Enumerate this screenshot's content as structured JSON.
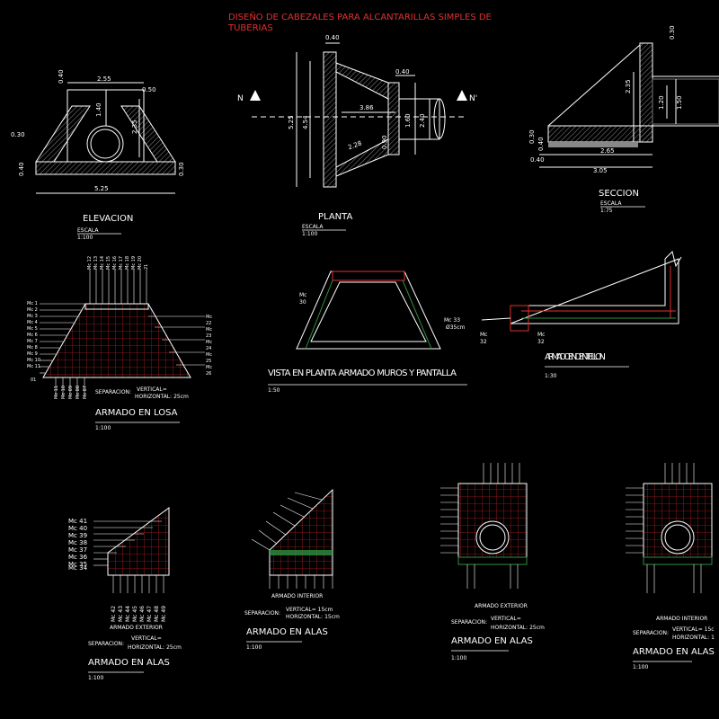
{
  "title": [
    "DISEÑO DE CABEZALES PARA ALCANTARILLAS SIMPLES DE",
    "TUBERIAS"
  ],
  "colors": {
    "background": "#000000",
    "line": "#ffffff",
    "title": "#e03030",
    "mesh": "#b02020",
    "green": "#2f8f3f"
  },
  "elevacion": {
    "label": "ELEVACION",
    "escala": "ESCALA",
    "scale": "1:100",
    "dims": {
      "top": "2.55",
      "right": "0.50",
      "height": "1.40",
      "wall": "2.35",
      "left": "0.30",
      "base_h": "0.40",
      "base_r": "0.30",
      "total": "5.25",
      "tip": "0.40"
    }
  },
  "planta": {
    "label": "PLANTA",
    "escala": "ESCALA",
    "scale": "1:100",
    "north_left": "N",
    "north_right": "N'",
    "dims": {
      "top": "0.40",
      "top2": "0.40",
      "len": "3.86",
      "inner": "1.60",
      "outer": "2.40",
      "diag": "2.28",
      "side": "0.90",
      "h1": "5.25",
      "h2": "4.54"
    }
  },
  "seccion": {
    "label": "SECCION",
    "escala": "ESCALA",
    "scale": "1:75",
    "dims": {
      "top": "0.30",
      "h": "2.35",
      "inner": "1.20",
      "outer": "1.50",
      "d1": "0.30",
      "d2": "0.40",
      "d3": "0.40",
      "len1": "2.65",
      "len2": "3.05"
    }
  },
  "losa": {
    "label": "ARMADO EN LOSA",
    "scale": "1:100",
    "top_marks": [
      "Mc 12",
      "Mc 13",
      "Mc 14",
      "Mc 15",
      "Mc 16",
      "Mc 17",
      "Mc 18",
      "Mc 19",
      "Mc 20",
      "21"
    ],
    "left_marks": [
      "Mc 1",
      "Mc 2",
      "Mc 3",
      "Mc 4",
      "Mc 5",
      "Mc 6",
      "Mc 7",
      "Mc 8",
      "Mc 9",
      "Mc 10",
      "Mc 11",
      "01"
    ],
    "right_marks": [
      "Mc",
      "22",
      "Mc",
      "23",
      "Mc",
      "24",
      "Mc",
      "25",
      "Mc",
      "26"
    ],
    "bottom_marks": [
      "Mc 11",
      "Mc 10",
      "Mc 09",
      "Mc 08",
      "Mc 07"
    ],
    "separacion": "SEPARACION:",
    "vertical": "VERTICAL=",
    "horizontal": "HORIZONTAL: 25cm"
  },
  "muros": {
    "label": "VISTA EN PLANTA ARMADO MUROS Y PANTALLA",
    "scale": "1:50",
    "mark_left": [
      "Mc",
      "30"
    ]
  },
  "dentellon": {
    "label": "ARMADO EN DENTELLON",
    "scale": "1:30",
    "marks": [
      "Mc 33",
      "Ø35cm",
      "Mc",
      "32",
      "Mc",
      "32"
    ]
  },
  "alas_ext": {
    "label": "ARMADO EN ALAS",
    "scale": "1:100",
    "sub": "ARMADO EXTERIOR",
    "left_marks": [
      "Mc 41",
      "Mc 40",
      "Mc 39",
      "Mc 38",
      "Mc 37",
      "Mc 36",
      "Mc 35",
      "Mc 34"
    ],
    "bottom_marks": [
      "Mc 42",
      "Mc 43",
      "Mc 44",
      "Mc 45",
      "Mc 46",
      "Mc 47",
      "Mc 48",
      "Mc 49"
    ],
    "separacion": "SEPARACION:",
    "vertical": "VERTICAL=",
    "horizontal": "HORIZONTAL: 25cm"
  },
  "alas_int": {
    "label": "ARMADO EN ALAS",
    "scale": "1:100",
    "sub": "ARMADO INTERIOR",
    "separacion": "SEPARACION:",
    "vertical": "VERTICAL= 15cm",
    "horizontal": "HORIZONTAL: 15cm"
  },
  "pantalla_ext": {
    "label": "ARMADO EN ALAS",
    "scale": "1:100",
    "sub": "ARMADO EXTERIOR",
    "separacion": "SEPARACION:",
    "vertical": "VERTICAL=",
    "horizontal": "HORIZONTAL: 25cm"
  },
  "pantalla_int": {
    "label": "ARMADO EN ALAS",
    "scale": "1:100",
    "sub": "ARMADO INTERIOR",
    "separacion": "SEPARACION:",
    "vertical": "VERTICAL= 15c",
    "horizontal": "HORIZONTAL: 1"
  }
}
